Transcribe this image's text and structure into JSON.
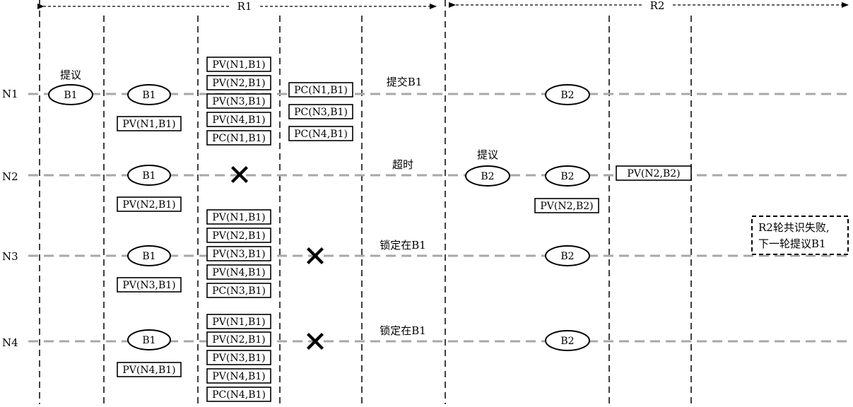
{
  "rounds": [
    {
      "label": "R1"
    },
    {
      "label": "R2"
    }
  ],
  "nodes": [
    {
      "label": "N1"
    },
    {
      "label": "N2"
    },
    {
      "label": "N3"
    },
    {
      "label": "N4"
    }
  ],
  "proposals": [
    {
      "label": "提议",
      "block": "B1"
    },
    {
      "label": "提议",
      "block": "B2"
    }
  ],
  "blocks": [
    {
      "text": "B1"
    },
    {
      "text": "B1"
    },
    {
      "text": "B1"
    },
    {
      "text": "B1"
    },
    {
      "text": "B2"
    },
    {
      "text": "B2"
    },
    {
      "text": "B2"
    },
    {
      "text": "B2"
    }
  ],
  "messages": [
    {
      "text": "PV(N1,B1)"
    },
    {
      "text": "PV(N2,B1)"
    },
    {
      "text": "PV(N3,B1)"
    },
    {
      "text": "PV(N4,B1)"
    },
    {
      "text": "PV(N1,B1)"
    },
    {
      "text": "PV(N2,B1)"
    },
    {
      "text": "PV(N3,B1)"
    },
    {
      "text": "PV(N4,B1)"
    },
    {
      "text": "PC(N1,B1)"
    },
    {
      "text": "PV(N1,B1)"
    },
    {
      "text": "PV(N2,B1)"
    },
    {
      "text": "PV(N3,B1)"
    },
    {
      "text": "PV(N4,B1)"
    },
    {
      "text": "PC(N3,B1)"
    },
    {
      "text": "PV(N1,B1)"
    },
    {
      "text": "PV(N2,B1)"
    },
    {
      "text": "PV(N3,B1)"
    },
    {
      "text": "PV(N4,B1)"
    },
    {
      "text": "PC(N4,B1)"
    },
    {
      "text": "PC(N1,B1)"
    },
    {
      "text": "PC(N3,B1)"
    },
    {
      "text": "PC(N4,B1)"
    },
    {
      "text": "PV(N2,B2)"
    },
    {
      "text": "PV(N2,B2)"
    }
  ],
  "states": [
    {
      "text": "提交B1"
    },
    {
      "text": "超时"
    },
    {
      "text": "锁定在B1"
    },
    {
      "text": "锁定在B1"
    }
  ],
  "note": {
    "line1": "R2轮共识失败,",
    "line2": "下一轮提议B1"
  }
}
